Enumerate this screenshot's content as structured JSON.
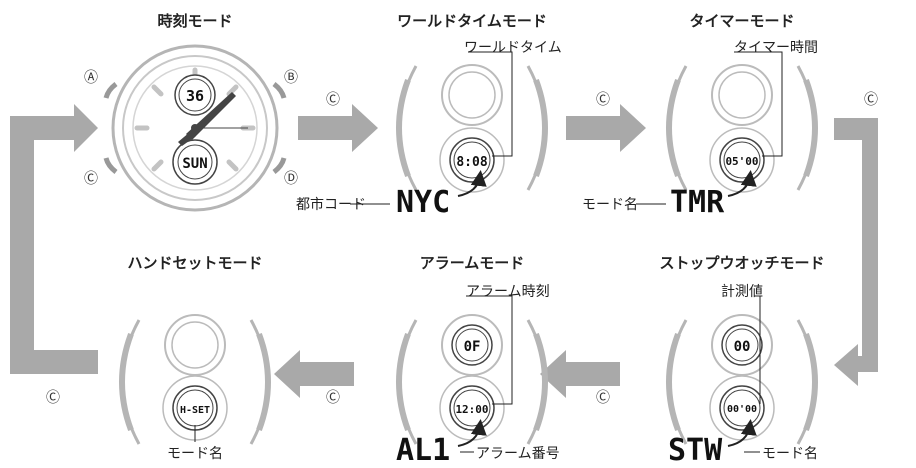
{
  "titles": {
    "time": "時刻モード",
    "world": "ワールドタイムモード",
    "timer": "タイマーモード",
    "hand": "ハンドセットモード",
    "alarm": "アラームモード",
    "stopwatch": "ストップウオッチモード"
  },
  "buttons": {
    "a": "Ⓐ",
    "b": "Ⓑ",
    "c": "Ⓒ",
    "d": "Ⓓ"
  },
  "time_watch": {
    "top": "36",
    "bottom": "SUN"
  },
  "world": {
    "callout": "ワールドタイム",
    "display": "8:08",
    "code": "NYC",
    "code_label": "都市コード"
  },
  "timer": {
    "callout": "タイマー時間",
    "display": "05'00",
    "mode": "TMR",
    "mode_label": "モード名"
  },
  "stopwatch": {
    "callout": "計測値",
    "top": "00",
    "display": "00'00",
    "mode": "STW",
    "mode_label": "モード名"
  },
  "alarm": {
    "callout": "アラーム時刻",
    "top": "0F",
    "display": "12:00",
    "code": "AL1",
    "code_label": "アラーム番号"
  },
  "hand": {
    "display": "H-SET",
    "mode_label": "モード名"
  }
}
